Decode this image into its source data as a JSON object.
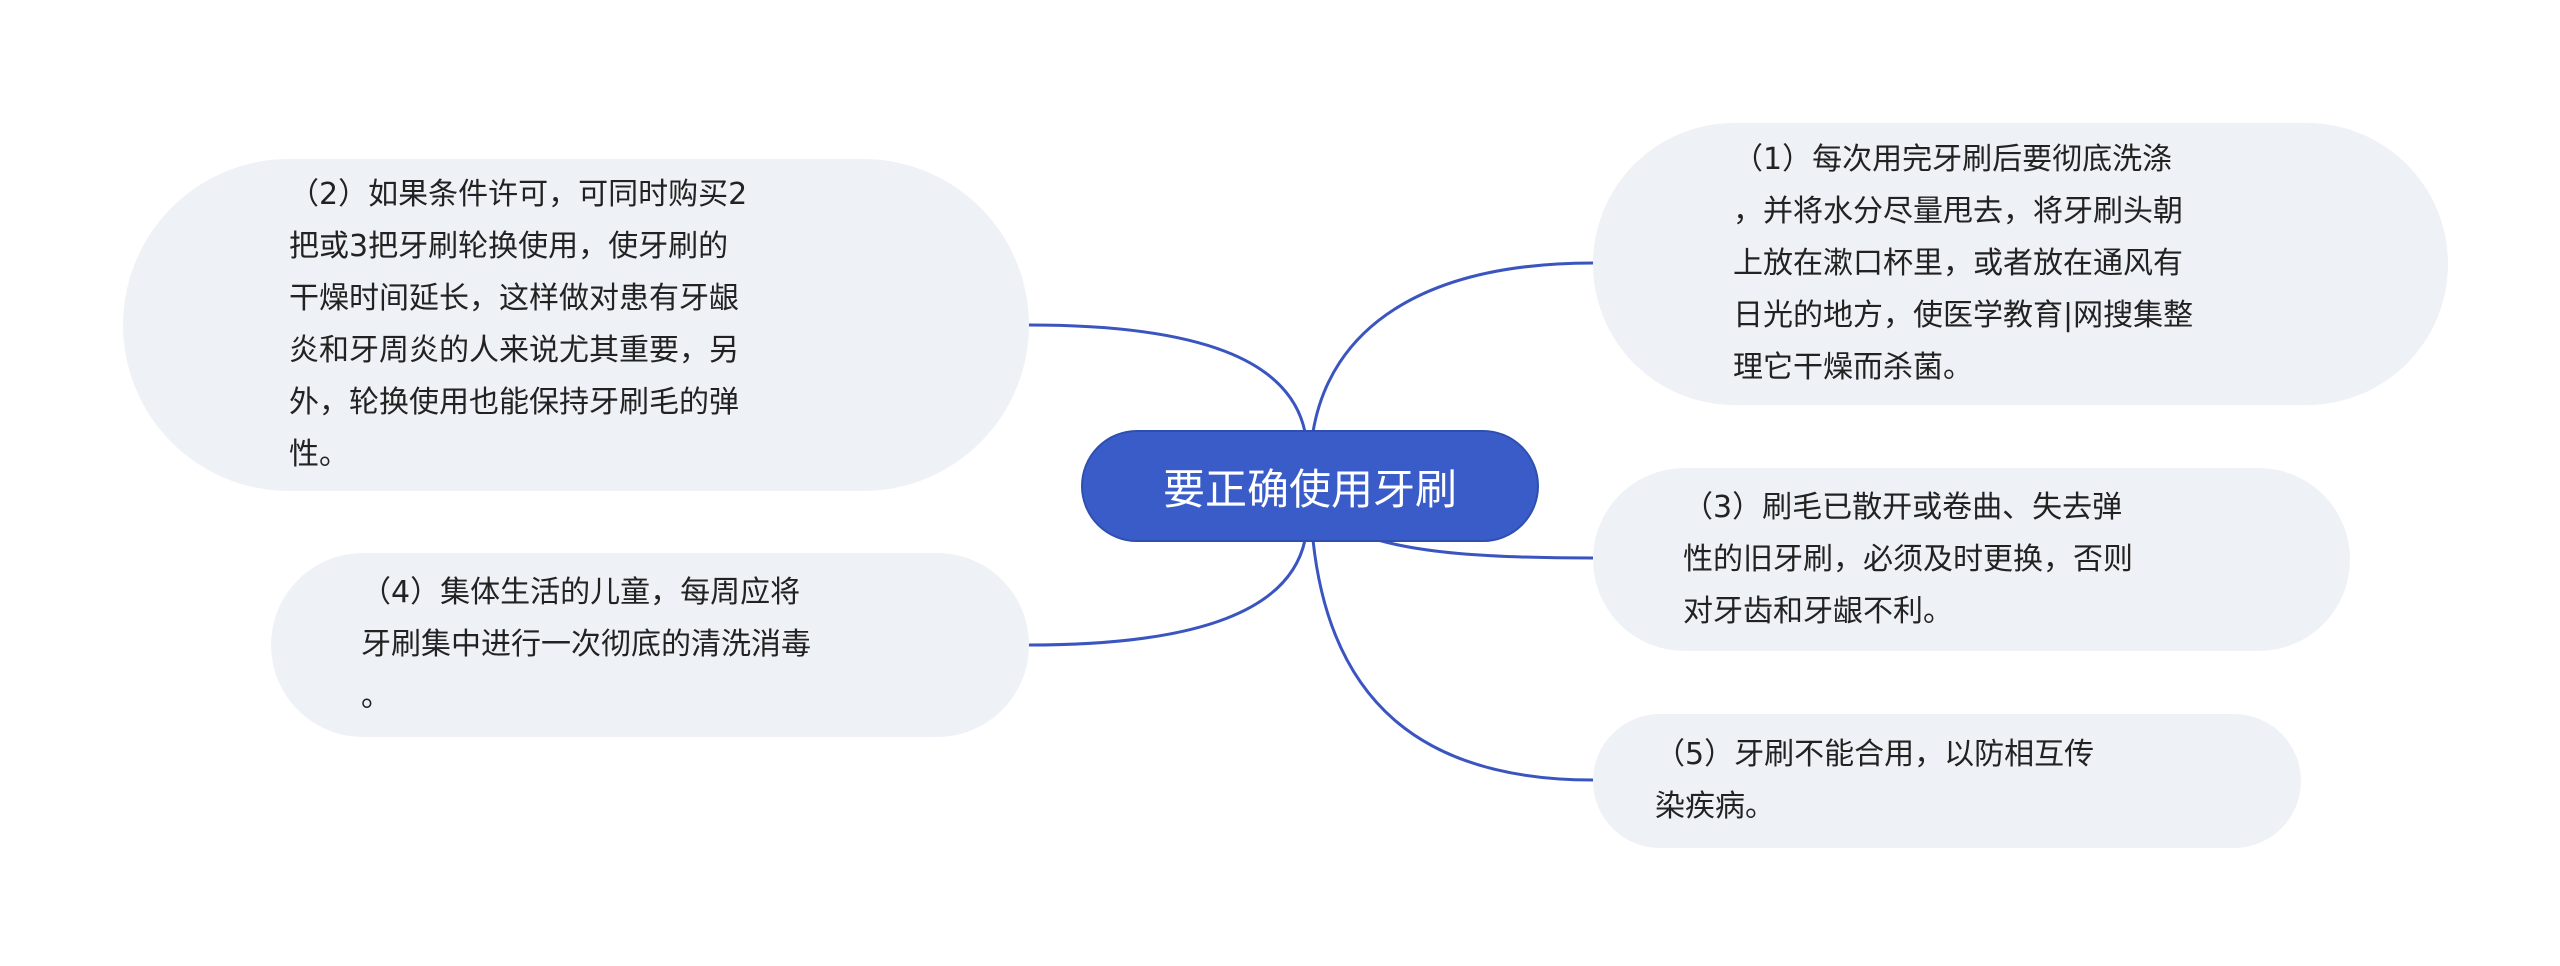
{
  "center": {
    "label": "要正确使用牙刷"
  },
  "edge_color": "#3a55c0",
  "nodes": {
    "n1": {
      "lines": [
        "（1）每次用完牙刷后要彻底洗涤",
        "，并将水分尽量甩去，将牙刷头朝",
        "上放在漱口杯里，或者放在通风有",
        "日光的地方，使医学教育|网搜集整",
        "理它干燥而杀菌。"
      ]
    },
    "n2": {
      "lines": [
        "（2）如果条件许可，可同时购买2",
        "把或3把牙刷轮换使用，使牙刷的",
        "干燥时间延长，这样做对患有牙龈",
        "炎和牙周炎的人来说尤其重要，另",
        "外，轮换使用也能保持牙刷毛的弹",
        "性。"
      ]
    },
    "n3": {
      "lines": [
        "（3）刷毛已散开或卷曲、失去弹",
        "性的旧牙刷，必须及时更换，否则",
        "对牙齿和牙龈不利。"
      ]
    },
    "n4": {
      "lines": [
        "（4）集体生活的儿童，每周应将",
        "牙刷集中进行一次彻底的清洗消毒",
        "。"
      ]
    },
    "n5": {
      "lines": [
        "（5）牙刷不能合用，以防相互传",
        "染疾病。"
      ]
    }
  }
}
